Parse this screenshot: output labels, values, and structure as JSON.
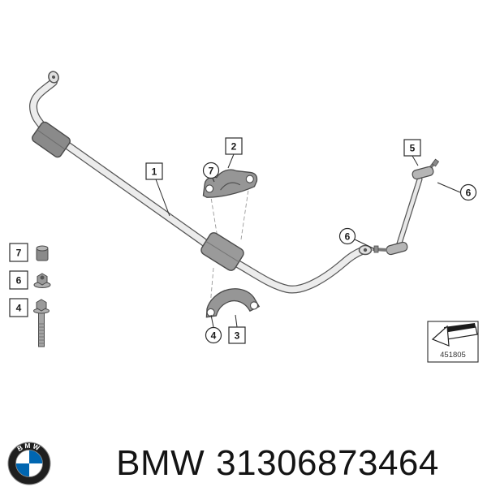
{
  "diagram": {
    "callouts": {
      "stabilizer_bar": "1",
      "upper_bracket": "2",
      "lower_bracket": "3",
      "bolt": "4",
      "stabilizer_link": "5",
      "nut": "6",
      "rubber_mount": "7"
    },
    "legend": [
      {
        "label": "7",
        "icon": "rubber-mount-icon"
      },
      {
        "label": "6",
        "icon": "flange-nut-icon"
      },
      {
        "label": "4",
        "icon": "hex-bolt-icon"
      }
    ],
    "reference": {
      "code": "451805",
      "icon": "direction-arrow-icon"
    }
  },
  "footer": {
    "logo_text": "BMW",
    "brand": "BMW",
    "part_number": "31306873464"
  },
  "colors": {
    "bmw_blue": "#0066B1"
  }
}
